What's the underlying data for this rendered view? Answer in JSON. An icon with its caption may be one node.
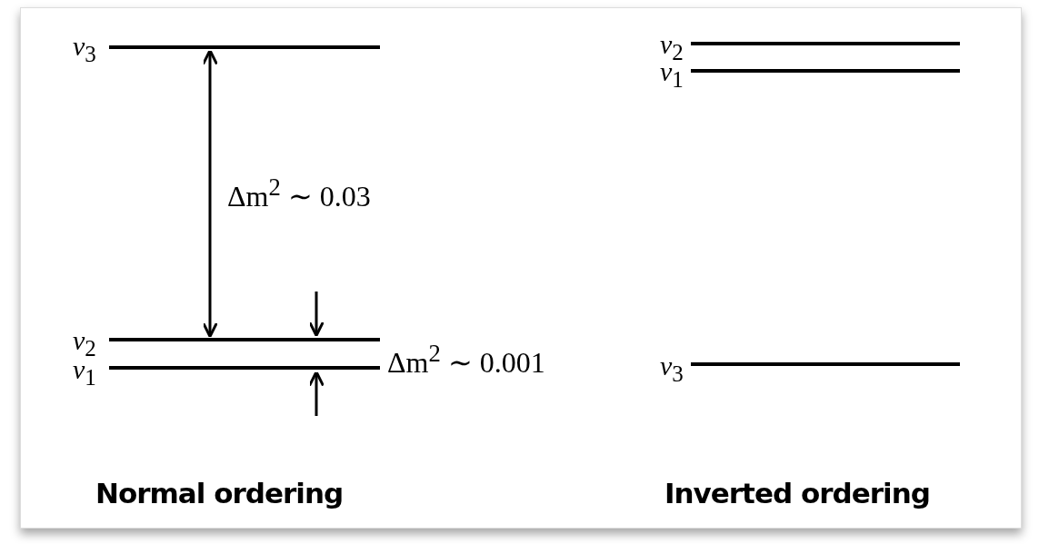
{
  "diagram": {
    "labels": [
      "*ν*$_{3}$",
      "*ν*$_{2}$",
      "*ν*$_{1}$",
      "Δm$^{2}$ ∼ 0.03",
      "*ν*$_{2}$",
      "Δm$^{2}$ ∼ 0.001",
      "*ν*$_{1}$",
      "*ν*$_{3}$",
      "Normal ordering",
      "Inverted ordering"
    ]
  }
}
